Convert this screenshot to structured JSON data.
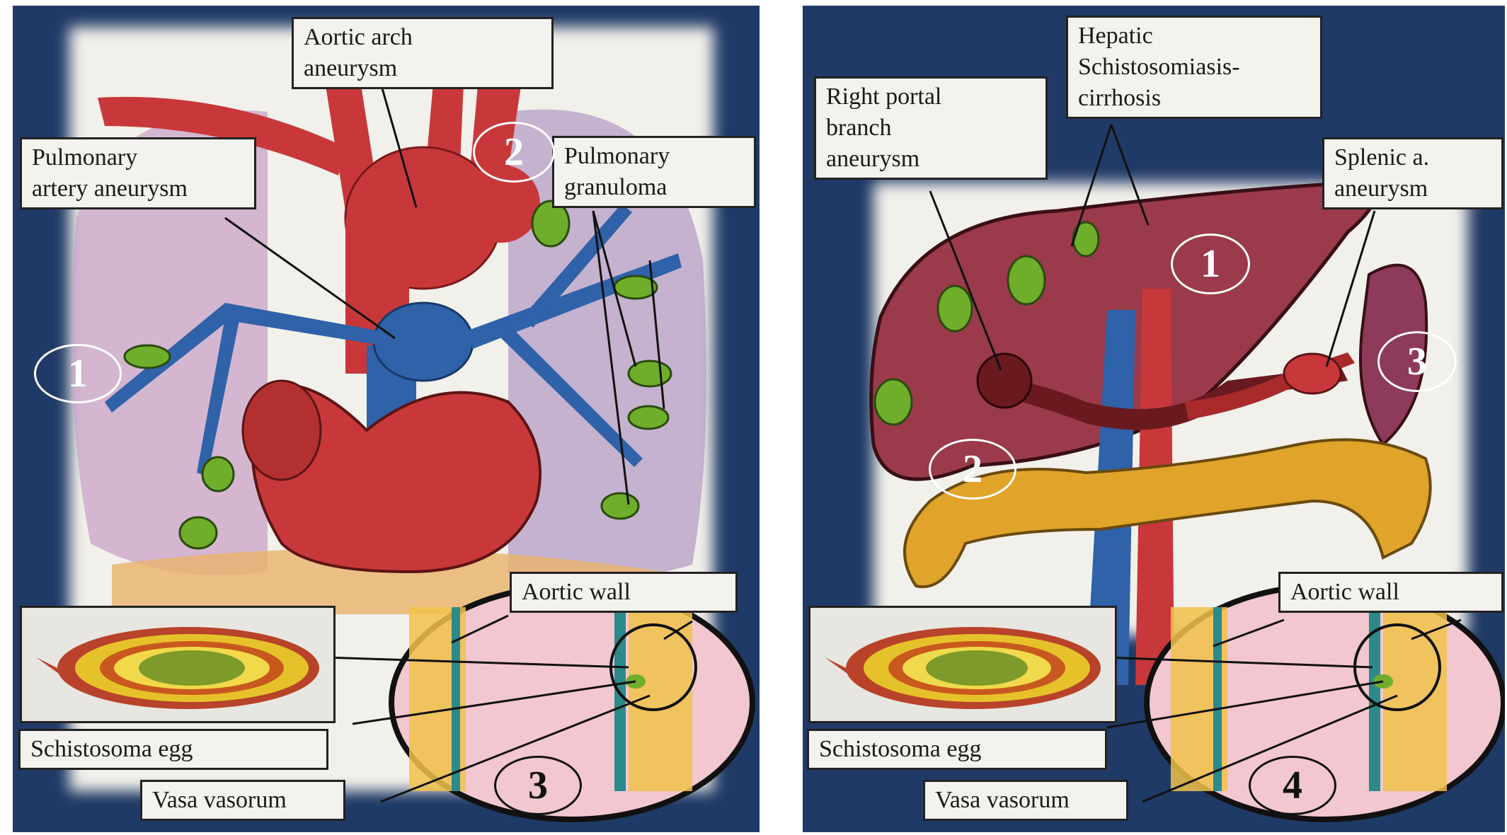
{
  "left": {
    "labels": {
      "aortic_arch": "Aortic arch\naneurysm",
      "pulmonary_artery": "Pulmonary\nartery aneurysm",
      "pulmonary_granuloma": "Pulmonary\ngranuloma",
      "aortic_wall": "Aortic wall",
      "schistosoma_egg": "Schistosoma egg",
      "vasa_vasorum": "Vasa vasorum"
    },
    "numbers": {
      "n1": "1",
      "n2": "2",
      "n3": "3"
    }
  },
  "right": {
    "labels": {
      "right_portal": "Right portal\nbranch\naneurysm",
      "hepatic": "Hepatic\nSchistosomiasis-\ncirrhosis",
      "splenic": "Splenic a.\naneurysm",
      "aortic_wall": "Aortic wall",
      "schistosoma_egg": "Schistosoma egg",
      "vasa_vasorum": "Vasa vasorum"
    },
    "numbers": {
      "n1": "1",
      "n2": "2",
      "n3": "3",
      "n4": "4"
    }
  },
  "colors": {
    "background": "#203a67",
    "artery": "#c8383a",
    "pulmonary_artery": "#2f62a8",
    "granuloma": "#6fae2a",
    "liver": "#9a3a4a",
    "colon": "#e0a42a"
  }
}
